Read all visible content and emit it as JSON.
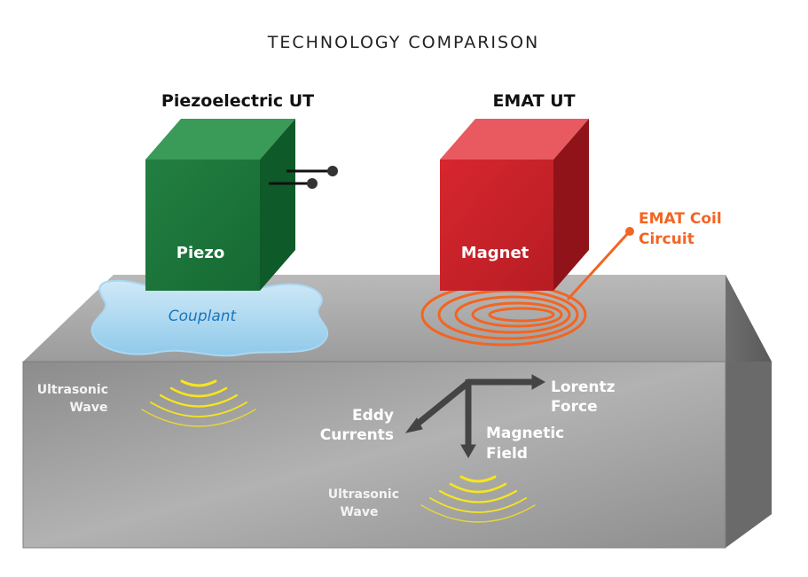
{
  "title": "TECHNOLOGY COMPARISON",
  "left": {
    "heading": "Piezoelectric UT",
    "block_label": "Piezo",
    "couplant_label": "Couplant",
    "wave_label_1": "Ultrasonic",
    "wave_label_2": "Wave"
  },
  "right": {
    "heading": "EMAT UT",
    "block_label": "Magnet",
    "coil_label_1": "EMAT Coil",
    "coil_label_2": "Circuit",
    "lorentz_1": "Lorentz",
    "lorentz_2": "Force",
    "eddy_1": "Eddy",
    "eddy_2": "Currents",
    "magnetic_1": "Magnetic",
    "magnetic_2": "Field",
    "wave_label_1": "Ultrasonic",
    "wave_label_2": "Wave"
  },
  "colors": {
    "piezo_green": "#1d7a3c",
    "magnet_red": "#cc2229",
    "coil_orange": "#f26522",
    "couplant_blue": "#1b75bb",
    "wave_yellow": "#f7e51c",
    "slab_gray": "#9a9a9a"
  }
}
